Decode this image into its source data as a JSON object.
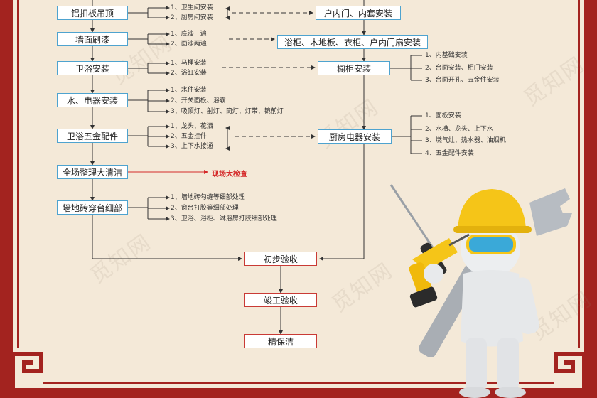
{
  "watermark": "觅知网",
  "left_steps": [
    {
      "label": "铝扣板吊顶",
      "details": [
        "1、卫生间安装",
        "2、厨房间安装"
      ]
    },
    {
      "label": "墙面刷漆",
      "details": [
        "1、底漆一遍",
        "2、面漆两遍"
      ]
    },
    {
      "label": "卫浴安装",
      "details": [
        "1、马桶安装",
        "2、浴缸安装"
      ]
    },
    {
      "label": "水、电器安装",
      "details": [
        "1、水件安装",
        "2、开关面板、浴霸",
        "3、吸顶灯、射灯、筒灯、灯带、镜前灯"
      ]
    },
    {
      "label": "卫浴五金配件",
      "details": [
        "1、龙头、花洒",
        "2、五金挂件",
        "3、上下水接通"
      ]
    },
    {
      "label": "全场整理大清洁",
      "details": []
    },
    {
      "label": "墙地砖穿台细部",
      "details": [
        "1、墙地砖勾缝等细部处理",
        "2、窗台打胶等细部处理",
        "3、卫浴、浴柜、淋浴房打胶细部处理"
      ]
    }
  ],
  "callout": "现场大检查",
  "right_steps": [
    {
      "label": "户内门、内套安装",
      "details": []
    },
    {
      "label": "浴柜、木地板、衣柜、户内门扇安装",
      "details": []
    },
    {
      "label": "橱柜安装",
      "details": [
        "1、内基础安装",
        "2、台面安装、柜门安装",
        "3、台面开孔、五金件安装"
      ]
    },
    {
      "label": "厨房电器安装",
      "details": [
        "1、面板安装",
        "2、水槽、龙头、上下水",
        "3、燃气灶、热水器、油烟机",
        "4、五金配件安装"
      ]
    }
  ],
  "final_steps": [
    "初步验收",
    "竣工验收",
    "精保洁"
  ],
  "colors": {
    "frame": "#a3231f",
    "box_blue": "#4ea3cf",
    "box_red": "#c93a35",
    "callout": "#d52a2a",
    "background": "#f4e9d8"
  }
}
